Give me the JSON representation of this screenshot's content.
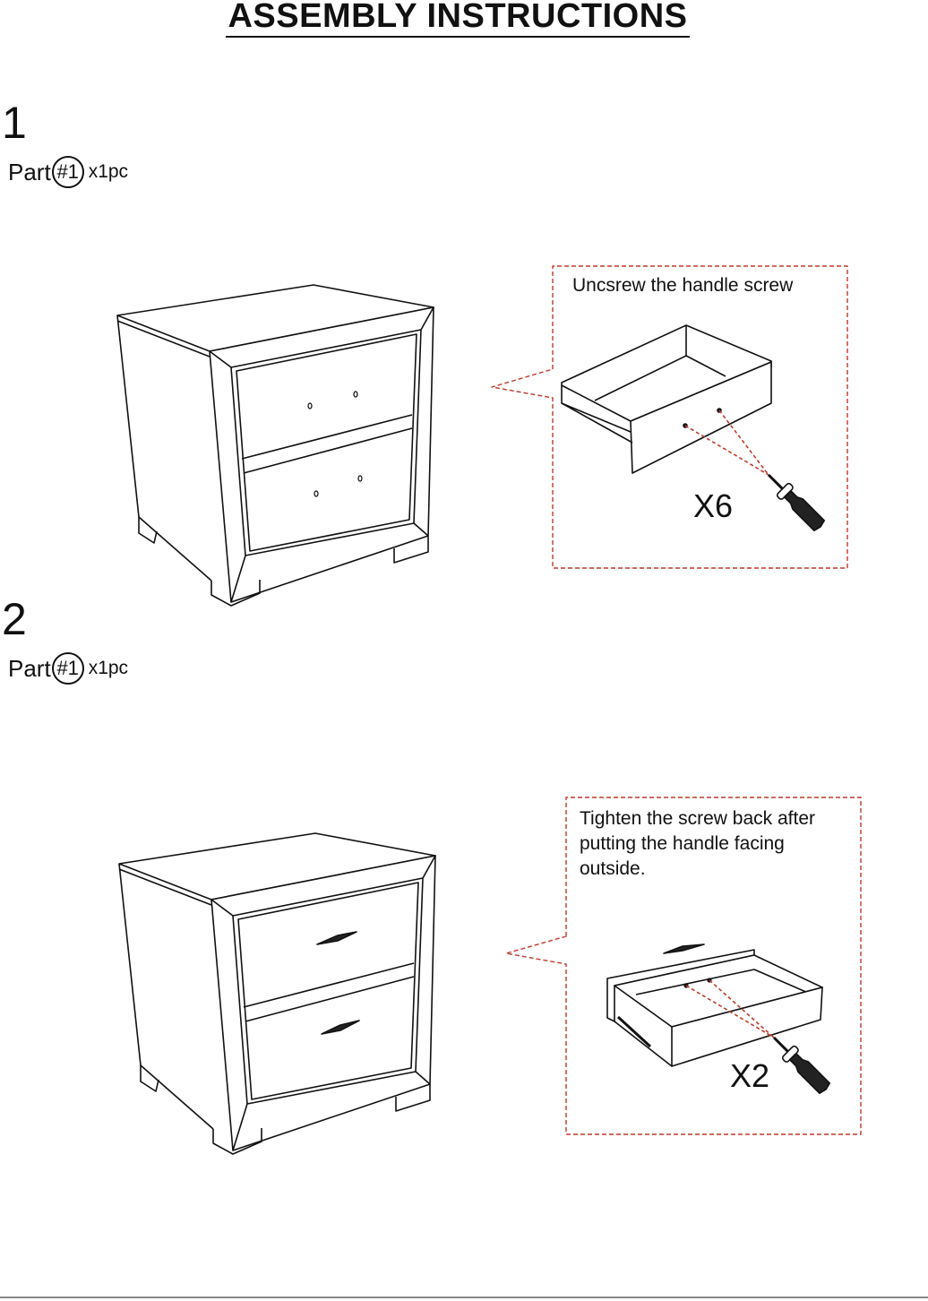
{
  "title": "ASSEMBLY  INSTRUCTIONS",
  "steps": [
    {
      "number": "1",
      "part_label": "Part",
      "part_id": "#1",
      "quantity": "x1pc",
      "callout": "Uncsrew the handle screw",
      "count": "X6"
    },
    {
      "number": "2",
      "part_label": "Part",
      "part_id": "#1",
      "quantity": "x1pc",
      "callout_lines": [
        "Tighten the screw back after",
        "putting the handle facing",
        "outside."
      ],
      "count": "X2"
    }
  ],
  "colors": {
    "callout_border": "#c0392b",
    "line": "#111111"
  }
}
